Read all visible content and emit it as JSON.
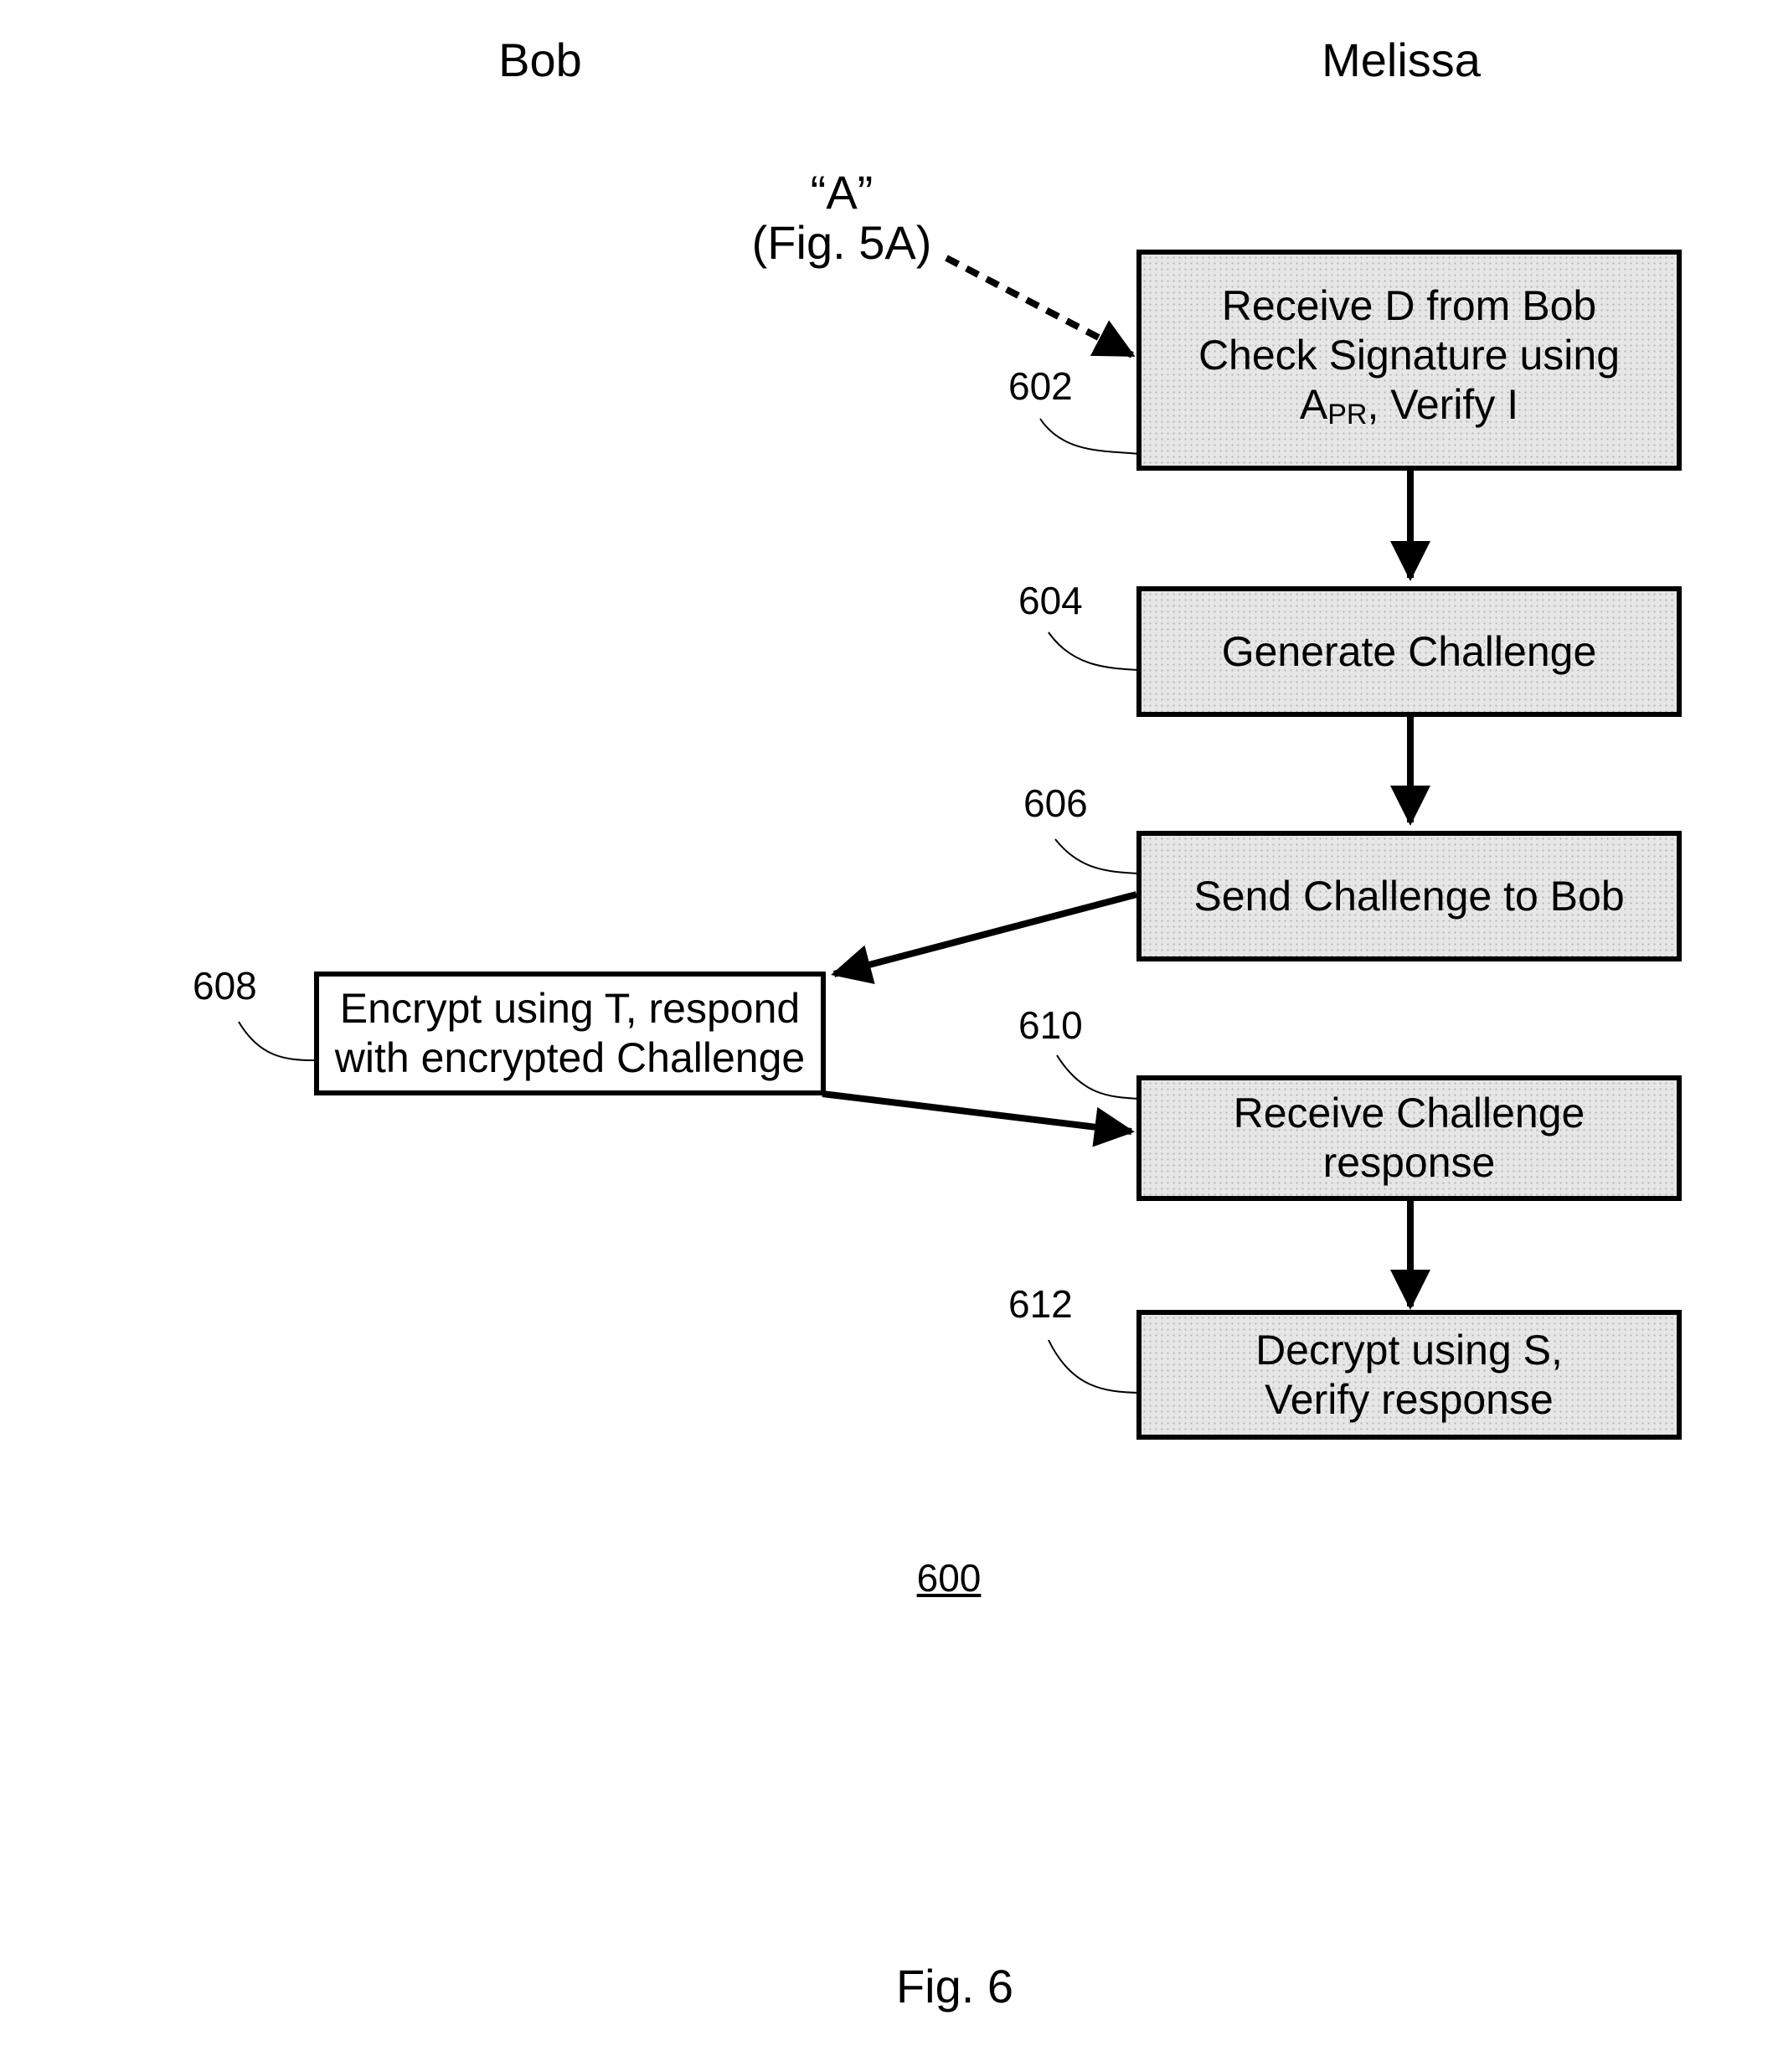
{
  "lanes": {
    "left": "Bob",
    "right": "Melissa"
  },
  "entry": {
    "line1": "“A”",
    "line2": "(Fig. 5A)"
  },
  "steps": {
    "s602": {
      "ref": "602",
      "line1": "Receive D from Bob",
      "line2": "Check Signature using",
      "line3_main": "A",
      "line3_sub": "PR",
      "line3_rest": ", Verify I"
    },
    "s604": {
      "ref": "604",
      "text": "Generate Challenge"
    },
    "s606": {
      "ref": "606",
      "text": "Send Challenge to Bob"
    },
    "s608": {
      "ref": "608",
      "line1": "Encrypt using T, respond",
      "line2": "with encrypted Challenge"
    },
    "s610": {
      "ref": "610",
      "line1": "Receive Challenge",
      "line2": "response"
    },
    "s612": {
      "ref": "612",
      "line1": "Decrypt using S,",
      "line2": "Verify response"
    }
  },
  "figure_number": "600",
  "caption": "Fig. 6"
}
